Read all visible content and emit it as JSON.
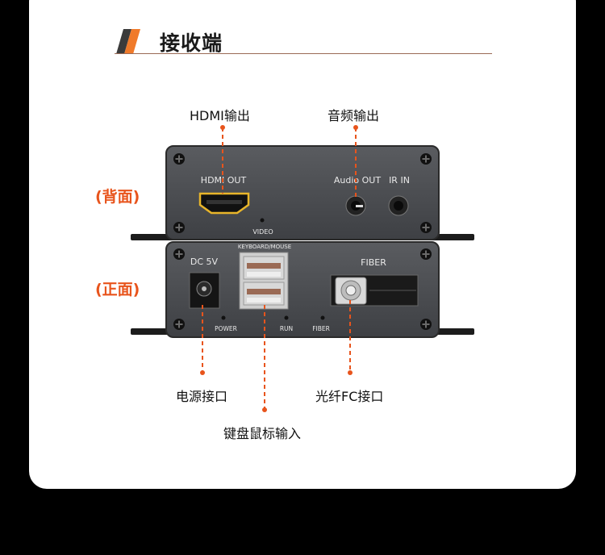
{
  "header": {
    "title": "接收端",
    "accent_color": "#f07a2a",
    "accent_dark": "#3a3a3a"
  },
  "top_labels": {
    "hdmi_out": "HDMI输出",
    "audio_out": "音频输出"
  },
  "side_labels": {
    "back": "(背面)",
    "front": "(正面)"
  },
  "back_panel": {
    "hdmi": "HDMI OUT",
    "video": "VIDEO",
    "audio": "Audio OUT",
    "ir": "IR IN"
  },
  "front_panel": {
    "dc": "DC 5V",
    "keyboard": "KEYBOARD/MOUSE",
    "fiber_title": "FIBER",
    "power": "POWER",
    "run": "RUN",
    "fiber_led": "FIBER"
  },
  "bottom_labels": {
    "power_port": "电源接口",
    "fiber_port": "光纤FC接口",
    "kb_input": "键盘鼠标输入"
  },
  "colors": {
    "callout": "#e8541c",
    "panel": "#4a4c50"
  }
}
